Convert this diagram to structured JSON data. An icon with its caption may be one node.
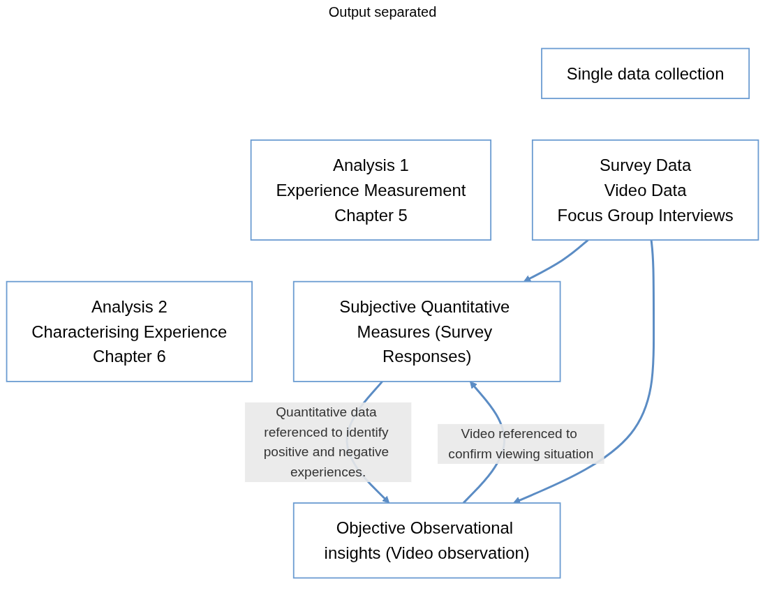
{
  "diagram": {
    "nodes": [
      {
        "text": [
          "Single data collection"
        ]
      },
      {
        "text": [
          "Survey Data",
          "Video Data",
          "Focus Group Interviews"
        ]
      },
      {
        "text": [
          "Analysis 1",
          "Experience Measurement",
          "Chapter 5"
        ]
      },
      {
        "text": [
          "Subjective Quantitative Measures (Survey Responses)"
        ]
      },
      {
        "text": [
          "Analysis 2",
          "Characterising Experience",
          "Chapter 6"
        ]
      },
      {
        "text": [
          "Objective Observational insights (Video observation)"
        ]
      }
    ],
    "edges": [
      {
        "from": 1,
        "to": 3,
        "arrow": "to"
      },
      {
        "from": 1,
        "to": 5,
        "arrow": "to"
      },
      {
        "from": 5,
        "to": 3,
        "arrow": "to",
        "label": "Video referenced to confirm viewing situation"
      },
      {
        "from": 3,
        "to": 5,
        "arrow": "to",
        "label": "Quantitative data referenced to identify positive and negative experiences."
      }
    ],
    "labels": [
      "Output separated"
    ]
  }
}
